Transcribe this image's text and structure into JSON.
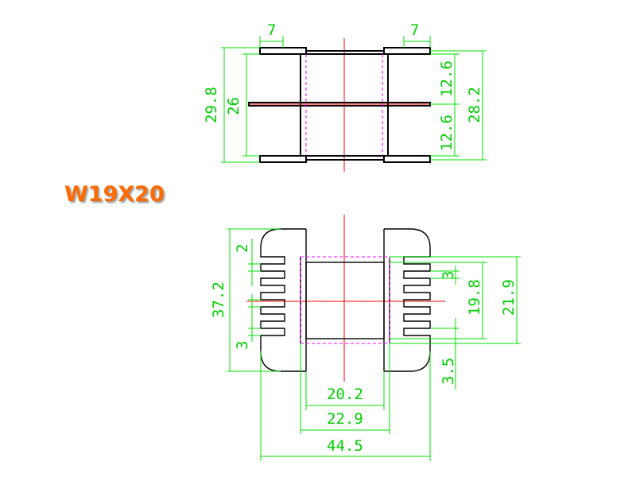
{
  "title": "W19X20",
  "top_view": {
    "flange_left_width": "7",
    "flange_right_width": "7",
    "overall_height": "29.8",
    "inner_height": "26",
    "upper_half": "12.6",
    "lower_half": "12.6",
    "flange_span": "28.2"
  },
  "front_view": {
    "overall_height": "37.2",
    "slot_pitch": "2",
    "bottom_margin": "3",
    "slot_depth": "3",
    "window_height": "19.8",
    "window_outer_height": "21.9",
    "bottom_offset": "3.5",
    "core_width": "20.2",
    "window_width": "22.9",
    "overall_width": "44.5"
  },
  "colors": {
    "title": "#ff6a00",
    "dimension": "#00e000",
    "centerline": "#ff0000",
    "hidden": "#ff00ff",
    "outline": "#000000"
  }
}
